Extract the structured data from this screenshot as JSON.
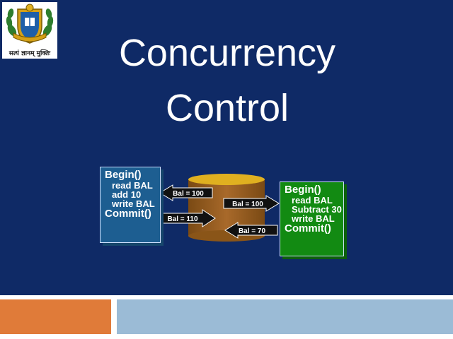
{
  "slide": {
    "background": "#0f2a66",
    "logo": {
      "name": "university-crest",
      "motto": "सत्यं ज्ञानम् मुक्तिः"
    },
    "title_line1": "Concurrency",
    "title_line2": "Control"
  },
  "diagram": {
    "left_box": {
      "lines": [
        "Begin()",
        "read BAL",
        "add 10",
        "write BAL",
        "Commit()"
      ]
    },
    "right_box": {
      "lines": [
        "Begin()",
        "read BAL",
        "Subtract 30",
        "write BAL",
        "Commit()"
      ]
    },
    "arrows": {
      "read_left": "Bal = 100",
      "read_right": "Bal = 100",
      "write_left": "Bal = 110",
      "write_right": "Bal = 70"
    },
    "database_icon": "cylinder-icon"
  },
  "footer": {
    "accent_left": "#e07b39",
    "accent_right": "#9bbbd6"
  }
}
